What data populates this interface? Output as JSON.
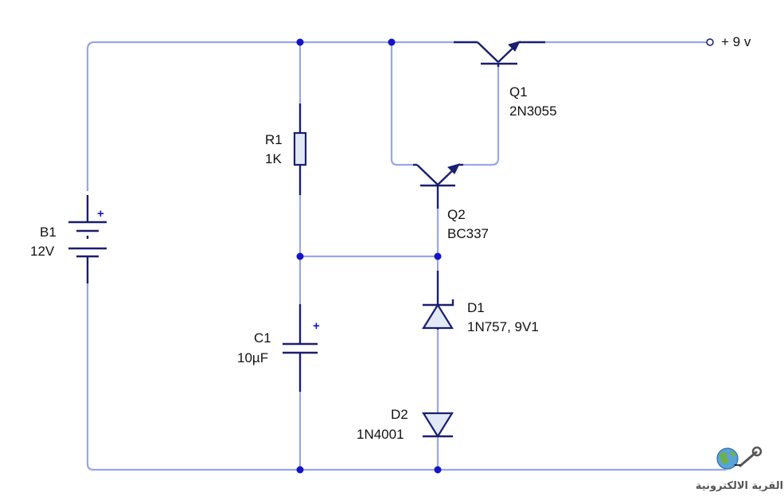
{
  "components": {
    "b1": {
      "ref": "B1",
      "value": "12V"
    },
    "r1": {
      "ref": "R1",
      "value": "1K"
    },
    "c1": {
      "ref": "C1",
      "value": "10µF"
    },
    "q1": {
      "ref": "Q1",
      "value": "2N3055"
    },
    "q2": {
      "ref": "Q2",
      "value": "BC337"
    },
    "d1": {
      "ref": "D1",
      "value": "1N757, 9V1"
    },
    "d2": {
      "ref": "D2",
      "value": "1N4001"
    }
  },
  "output": {
    "label": "+ 9 v"
  },
  "polarity": {
    "battery": "+",
    "capacitor": "+",
    "output_ground": "−"
  },
  "watermark": {
    "text": "القرية الالكترونية",
    "icon": "globe-icon"
  },
  "colors": {
    "wire": "#9aa6e4",
    "component": "#1a1f6e",
    "node": "#1414c8",
    "fill": "#e3e8f7"
  }
}
